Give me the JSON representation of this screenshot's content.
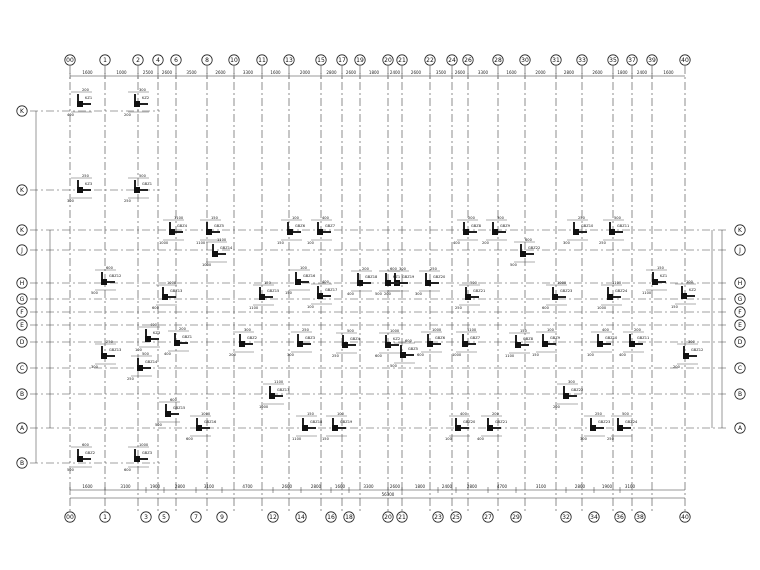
{
  "top_axes": [
    "00",
    "1",
    "2",
    "4",
    "6",
    "8",
    "10",
    "11",
    "13",
    "15",
    "17",
    "19",
    "20",
    "21",
    "22",
    "24",
    "26",
    "28",
    "30",
    "31",
    "33",
    "35",
    "37",
    "39",
    "40"
  ],
  "bottom_axes": [
    "00",
    "1",
    "3",
    "5",
    "7",
    "9",
    "12",
    "14",
    "16",
    "18",
    "20",
    "21",
    "23",
    "25",
    "27",
    "29",
    "32",
    "34",
    "36",
    "38",
    "40"
  ],
  "left_axes": [
    "K",
    "K",
    "K",
    "J",
    "H",
    "G",
    "F",
    "E",
    "D",
    "C",
    "B",
    "A",
    "B"
  ],
  "right_axes": [
    "K",
    "J",
    "H",
    "G",
    "F",
    "E",
    "D",
    "C",
    "B",
    "A"
  ],
  "top_dims": [
    "1600",
    "1000",
    "2500",
    "2600",
    "3500",
    "2600",
    "3300",
    "1600",
    "2000",
    "2800",
    "2600",
    "1800",
    "2400",
    "2600",
    "3500",
    "2600",
    "3300",
    "1600",
    "2000",
    "2800",
    "2600",
    "1800",
    "2400",
    "1600"
  ],
  "bottom_dims": [
    "1600",
    "3100",
    "1900",
    "2800",
    "3100",
    "4700",
    "2600",
    "2800",
    "1600",
    "3300",
    "2600",
    "1800",
    "2400",
    "2800",
    "4700",
    "3100",
    "2800",
    "1900",
    "3100"
  ],
  "bottom_total": "56300",
  "column_labels": [
    "KZ1",
    "KZ2",
    "KZ3",
    "GBZ1",
    "GBZ2",
    "GBZ3",
    "GBZ4",
    "GBZ5",
    "GBZ6",
    "GBZ7",
    "GBZ8",
    "GBZ9",
    "GBZ10",
    "GBZ11",
    "GBZ12",
    "GBZ13",
    "GBZ14",
    "GBZ15",
    "GBZ16",
    "GBZ17",
    "GBZ18",
    "GBZ19",
    "GBZ20",
    "GBZ21",
    "GBZ22",
    "GBZ23",
    "GBZ24"
  ],
  "column_dims": [
    "400",
    "200",
    "300",
    "250",
    "500",
    "600",
    "1000",
    "1100",
    "150",
    "100"
  ]
}
